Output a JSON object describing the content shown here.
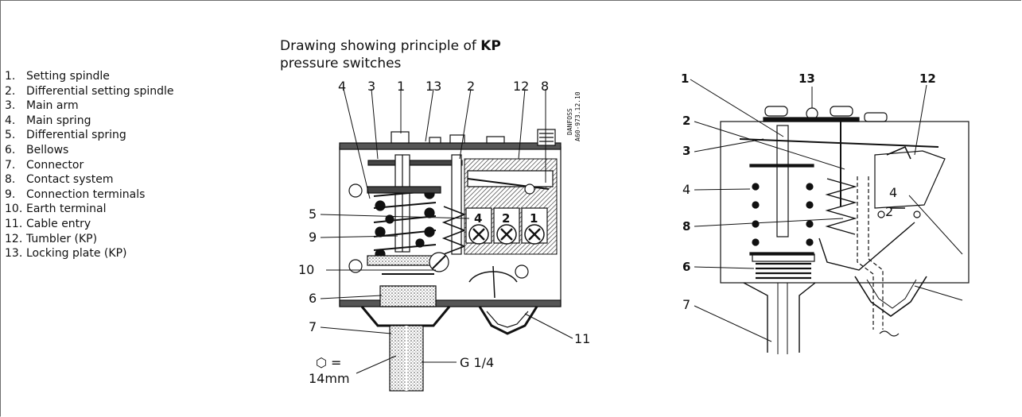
{
  "title": {
    "line1_prefix": "Drawing showing principle of ",
    "line1_bold": "KP",
    "line2": "pressure switches"
  },
  "legend": [
    {
      "num": "1.",
      "text": "Setting spindle"
    },
    {
      "num": "2.",
      "text": "Differential setting spindle"
    },
    {
      "num": "3.",
      "text": "Main arm"
    },
    {
      "num": "4.",
      "text": "Main spring"
    },
    {
      "num": "5.",
      "text": "Differential spring"
    },
    {
      "num": "6.",
      "text": "Bellows"
    },
    {
      "num": "7.",
      "text": "Connector"
    },
    {
      "num": "8.",
      "text": "Contact system"
    },
    {
      "num": "9.",
      "text": "Connection terminals"
    },
    {
      "num": "10.",
      "text": "Earth terminal"
    },
    {
      "num": "11.",
      "text": "Cable entry"
    },
    {
      "num": "12.",
      "text": "Tumbler (KP)"
    },
    {
      "num": "13.",
      "text": "Locking plate (KP)"
    }
  ],
  "left_drawing": {
    "top_labels": [
      "4",
      "3",
      "1",
      "13",
      "2",
      "12",
      "8"
    ],
    "side_labels": [
      "5",
      "9",
      "10",
      "6",
      "7"
    ],
    "right_label": "11",
    "terminal_numbers": [
      "4",
      "2",
      "1"
    ],
    "hex_symbol": "⬡ =",
    "hex_size": "14mm",
    "thread": "G 1/4",
    "stamp_line1": "DANFOSS",
    "stamp_line2": "A60-973.12.10"
  },
  "right_drawing": {
    "top_labels": [
      "1",
      "13",
      "12"
    ],
    "side_labels": [
      "2",
      "3",
      "4",
      "8",
      "6",
      "7"
    ],
    "inner_labels": [
      "4",
      "2"
    ]
  }
}
